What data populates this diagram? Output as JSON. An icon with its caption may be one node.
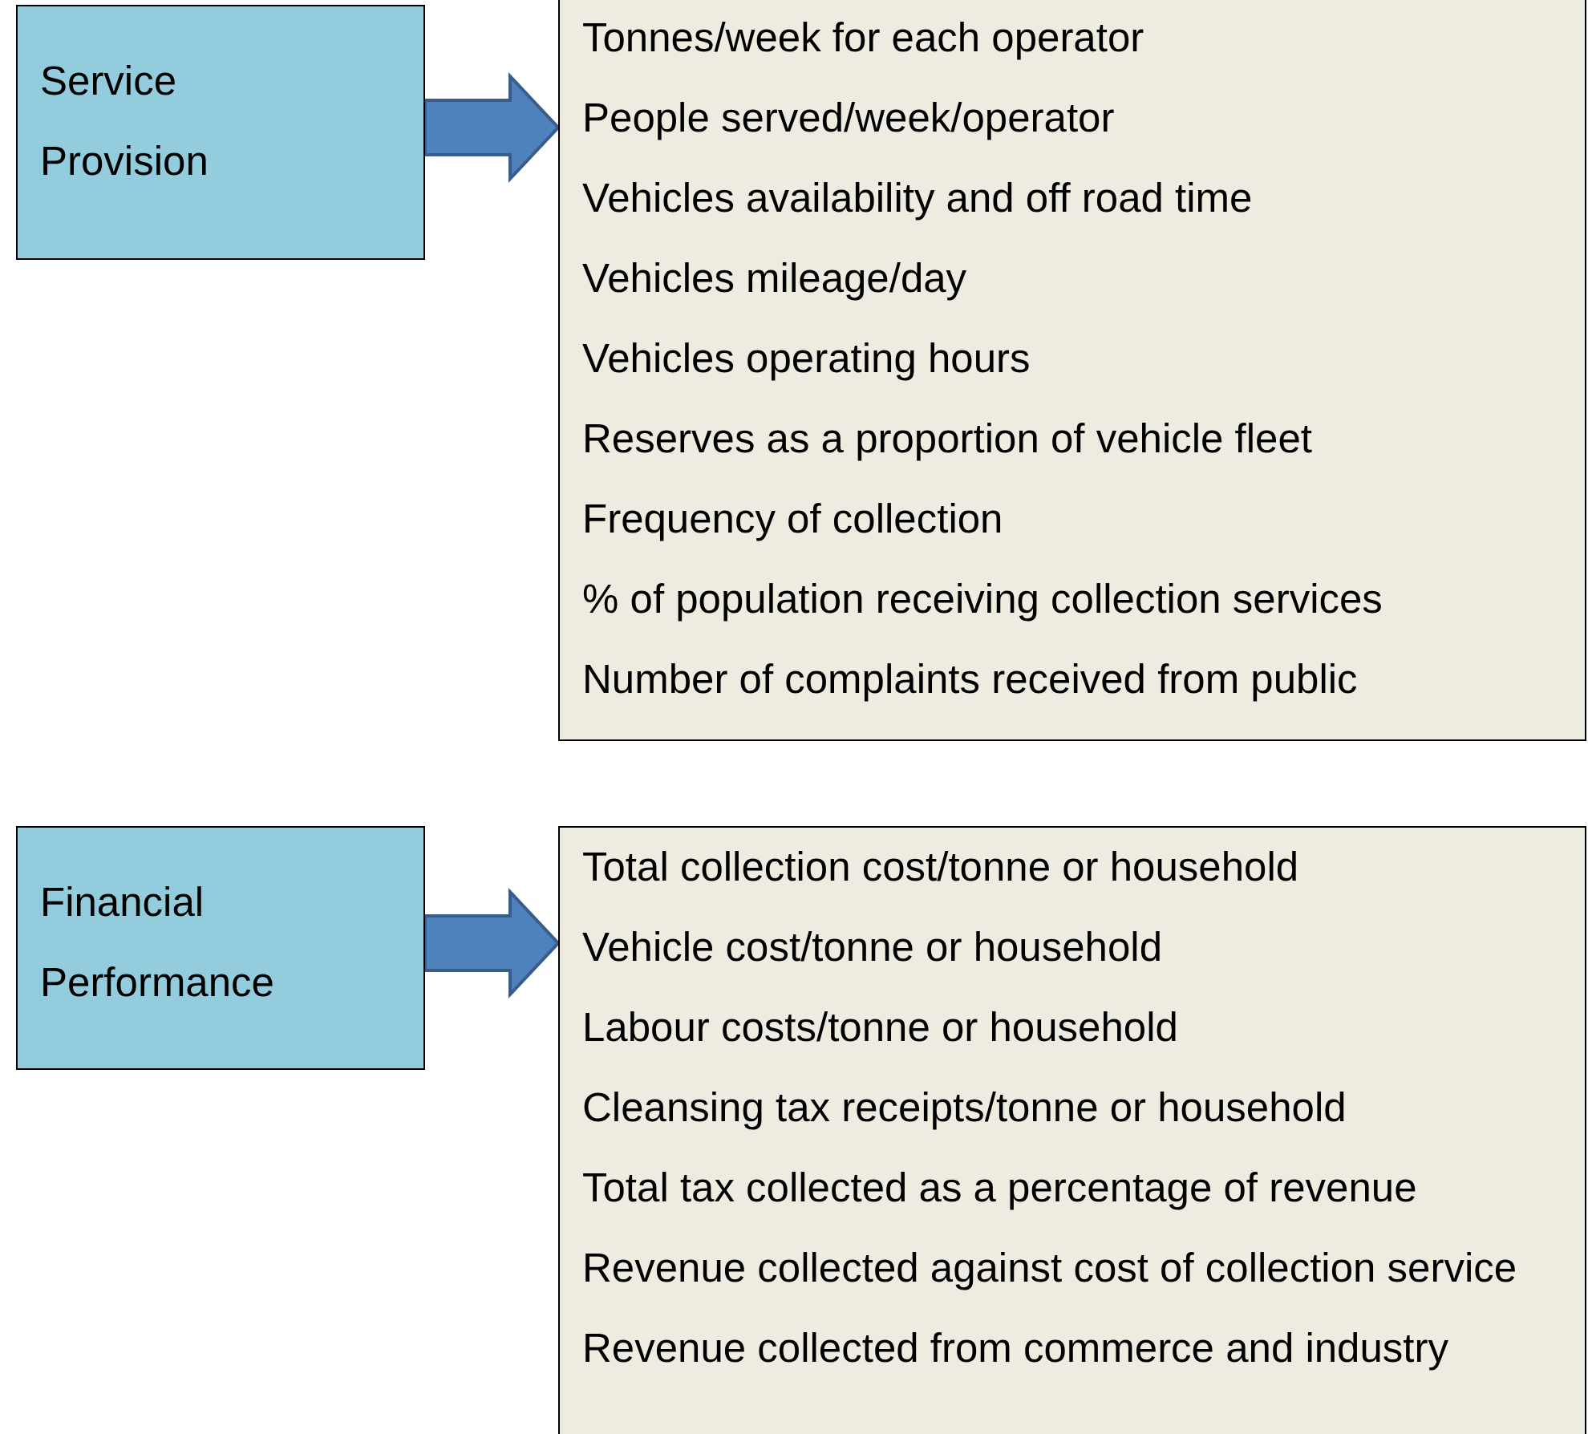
{
  "diagram": {
    "nodes": [
      {
        "text": [
          "Service Provision"
        ]
      },
      {
        "text": [
          "Tonnes/week for each operator",
          "People served/week/operator",
          "Vehicles availability and off road time",
          "Vehicles mileage/day",
          "Vehicles operating hours",
          "Reserves as a proportion of vehicle fleet",
          "Frequency of collection",
          "% of population receiving collection services",
          "Number of complaints received from public"
        ]
      },
      {
        "text": [
          "Financial Performance"
        ]
      },
      {
        "text": [
          "Total collection cost/tonne or household",
          "Vehicle cost/tonne or household",
          "Labour costs/tonne or household",
          "Cleansing tax receipts/tonne or household",
          "Total tax collected as a percentage of revenue",
          "Revenue collected against cost of collection service",
          "Revenue collected from commerce and industry"
        ]
      }
    ],
    "edges": [
      {
        "from": 0,
        "to": 1,
        "arrow": "to"
      },
      {
        "from": 2,
        "to": 3,
        "arrow": "to"
      }
    ]
  }
}
